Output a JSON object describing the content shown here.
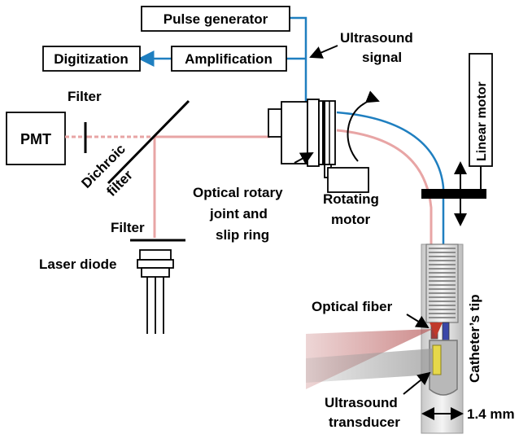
{
  "boxes": {
    "pulse_generator": "Pulse generator",
    "digitization": "Digitization",
    "amplification": "Amplification",
    "pmt": "PMT",
    "linear_motor": "Linear motor"
  },
  "labels": {
    "ultrasound_signal_1": "Ultrasound",
    "ultrasound_signal_2": "signal",
    "filter_top": "Filter",
    "dichroic_1": "Dichroic",
    "dichroic_2": "filter",
    "rotary_1": "Optical rotary",
    "rotary_2": "joint and",
    "rotary_3": "slip ring",
    "rotating_1": "Rotating",
    "rotating_2": "motor",
    "filter_bottom": "Filter",
    "laser_diode": "Laser diode",
    "optical_fiber": "Optical fiber",
    "catheter_tip": "Catheter’s tip",
    "ultrasound_1": "Ultrasound",
    "ultrasound_2": "transducer",
    "dimension": "1.4 mm"
  },
  "colors": {
    "signal_line": "#1f7fc0",
    "laser_beam": "#e8a5a5",
    "catheter_body": "#d9d9d9",
    "transducer": "#e6d84a",
    "fiber_tip": "#c0392b"
  }
}
